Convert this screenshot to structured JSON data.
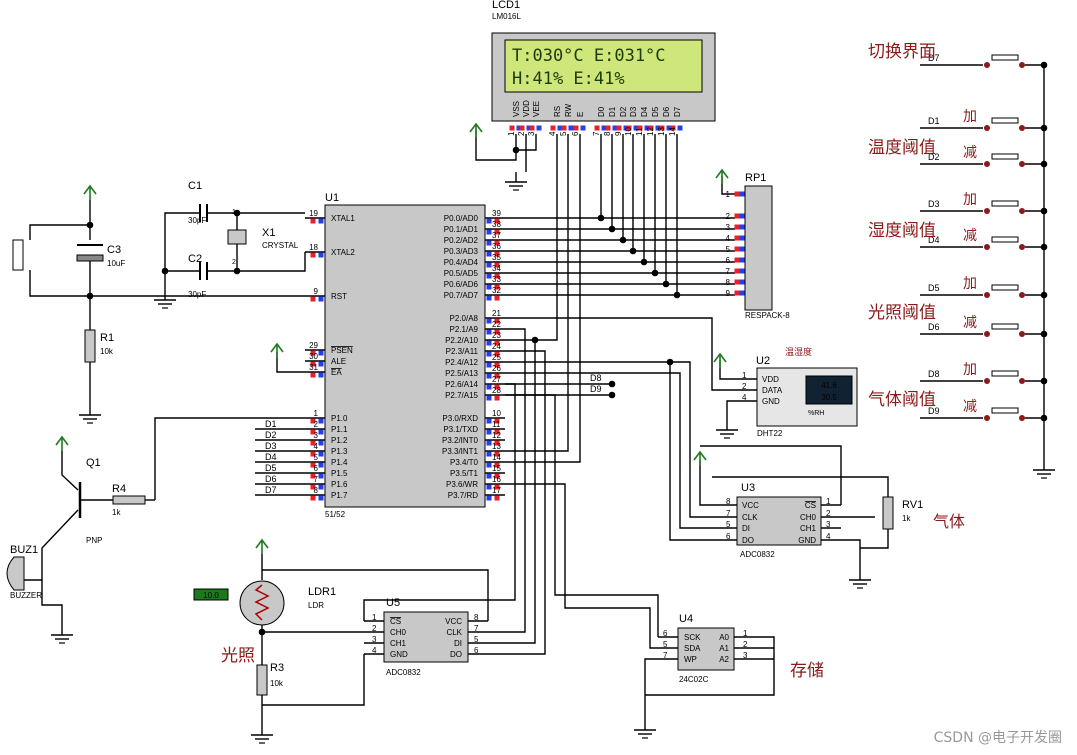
{
  "lcd": {
    "ref": "LCD1",
    "part": "LM016L",
    "line1": "T:030°C  E:031°C",
    "line2": "H:41%    E:41%",
    "pins": [
      "VSS",
      "VDD",
      "VEE",
      "RS",
      "RW",
      "E",
      "D0",
      "D1",
      "D2",
      "D3",
      "D4",
      "D5",
      "D6",
      "D7"
    ],
    "pinnums": [
      "1",
      "2",
      "3",
      "4",
      "5",
      "6",
      "7",
      "8",
      "9",
      "10",
      "11",
      "12",
      "13",
      "14"
    ]
  },
  "u1": {
    "ref": "U1",
    "part": "51/52",
    "left": [
      {
        "n": "19",
        "l": "XTAL1"
      },
      {
        "n": "18",
        "l": "XTAL2"
      },
      {
        "n": "9",
        "l": "RST"
      },
      {
        "n": "29",
        "l": "PSEN"
      },
      {
        "n": "30",
        "l": "ALE"
      },
      {
        "n": "31",
        "l": "EA"
      },
      {
        "n": "1",
        "l": "P1.0"
      },
      {
        "n": "2",
        "l": "P1.1"
      },
      {
        "n": "3",
        "l": "P1.2"
      },
      {
        "n": "4",
        "l": "P1.3"
      },
      {
        "n": "5",
        "l": "P1.4"
      },
      {
        "n": "6",
        "l": "P1.5"
      },
      {
        "n": "7",
        "l": "P1.6"
      },
      {
        "n": "8",
        "l": "P1.7"
      }
    ],
    "right": [
      {
        "n": "39",
        "l": "P0.0/AD0"
      },
      {
        "n": "38",
        "l": "P0.1/AD1"
      },
      {
        "n": "37",
        "l": "P0.2/AD2"
      },
      {
        "n": "36",
        "l": "P0.3/AD3"
      },
      {
        "n": "35",
        "l": "P0.4/AD4"
      },
      {
        "n": "34",
        "l": "P0.5/AD5"
      },
      {
        "n": "33",
        "l": "P0.6/AD6"
      },
      {
        "n": "32",
        "l": "P0.7/AD7"
      },
      {
        "n": "21",
        "l": "P2.0/A8"
      },
      {
        "n": "22",
        "l": "P2.1/A9"
      },
      {
        "n": "23",
        "l": "P2.2/A10"
      },
      {
        "n": "24",
        "l": "P2.3/A11"
      },
      {
        "n": "25",
        "l": "P2.4/A12"
      },
      {
        "n": "26",
        "l": "P2.5/A13"
      },
      {
        "n": "27",
        "l": "P2.6/A14"
      },
      {
        "n": "28",
        "l": "P2.7/A15"
      },
      {
        "n": "10",
        "l": "P3.0/RXD"
      },
      {
        "n": "11",
        "l": "P3.1/TXD"
      },
      {
        "n": "12",
        "l": "P3.2/INT0"
      },
      {
        "n": "13",
        "l": "P3.3/INT1"
      },
      {
        "n": "14",
        "l": "P3.4/T0"
      },
      {
        "n": "15",
        "l": "P3.5/T1"
      },
      {
        "n": "16",
        "l": "P3.6/WR"
      },
      {
        "n": "17",
        "l": "P3.7/RD"
      }
    ],
    "p1nets": [
      "D1",
      "D2",
      "D3",
      "D4",
      "D5",
      "D6",
      "D7"
    ],
    "p2nets": [
      "D8",
      "D9"
    ]
  },
  "c1": {
    "ref": "C1",
    "val": "30pF"
  },
  "c2": {
    "ref": "C2",
    "val": "30pF"
  },
  "c3": {
    "ref": "C3",
    "val": "10uF"
  },
  "x1": {
    "ref": "X1",
    "part": "CRYSTAL",
    "p1": "1",
    "p2": "2"
  },
  "r1": {
    "ref": "R1",
    "val": "10k"
  },
  "r3": {
    "ref": "R3",
    "val": "10k"
  },
  "r4": {
    "ref": "R4",
    "val": "1k"
  },
  "q1": {
    "ref": "Q1",
    "part": "PNP"
  },
  "buz": {
    "ref": "BUZ1",
    "part": "BUZZER"
  },
  "rp1": {
    "ref": "RP1",
    "part": "RESPACK-8",
    "pins": [
      "1",
      "2",
      "3",
      "4",
      "5",
      "6",
      "7",
      "8",
      "9"
    ]
  },
  "u2": {
    "ref": "U2",
    "part": "DHT22",
    "note": "温湿度",
    "pins": [
      {
        "n": "1",
        "l": "VDD"
      },
      {
        "n": "2",
        "l": "DATA"
      },
      {
        "n": "4",
        "l": "GND"
      }
    ],
    "temp": "41.6",
    "hum": "30.5",
    "rh": "%RH"
  },
  "u3": {
    "ref": "U3",
    "part": "ADC0832",
    "left": [
      {
        "n": "8",
        "l": "VCC"
      },
      {
        "n": "7",
        "l": "CLK"
      },
      {
        "n": "5",
        "l": "DI"
      },
      {
        "n": "6",
        "l": "DO"
      }
    ],
    "right": [
      {
        "n": "1",
        "l": "CS"
      },
      {
        "n": "2",
        "l": "CH0"
      },
      {
        "n": "3",
        "l": "CH1"
      },
      {
        "n": "4",
        "l": "GND"
      }
    ]
  },
  "u5": {
    "ref": "U5",
    "part": "ADC0832",
    "left": [
      {
        "n": "1",
        "l": "CS"
      },
      {
        "n": "2",
        "l": "CH0"
      },
      {
        "n": "3",
        "l": "CH1"
      },
      {
        "n": "4",
        "l": "GND"
      }
    ],
    "right": [
      {
        "n": "8",
        "l": "VCC"
      },
      {
        "n": "7",
        "l": "CLK"
      },
      {
        "n": "5",
        "l": "DI"
      },
      {
        "n": "6",
        "l": "DO"
      }
    ]
  },
  "u4": {
    "ref": "U4",
    "part": "24C02C",
    "left": [
      {
        "n": "6",
        "l": "SCK"
      },
      {
        "n": "5",
        "l": "SDA"
      },
      {
        "n": "7",
        "l": "WP"
      }
    ],
    "right": [
      {
        "n": "1",
        "l": "A0"
      },
      {
        "n": "2",
        "l": "A1"
      },
      {
        "n": "3",
        "l": "A2"
      }
    ]
  },
  "rv1": {
    "ref": "RV1",
    "val": "1k"
  },
  "ldr": {
    "ref": "LDR1",
    "part": "LDR",
    "meter": "10.0"
  },
  "labels": {
    "gas": "气体",
    "light": "光照",
    "storage": "存储"
  },
  "buttons": {
    "switch": "切换界面",
    "temp": "温度阈值",
    "hum": "湿度阈值",
    "light": "光照阈值",
    "gas": "气体阈值",
    "plus": "加",
    "minus": "减",
    "nets": [
      "D7",
      "D1",
      "D2",
      "D3",
      "D4",
      "D5",
      "D6",
      "D8",
      "D9"
    ]
  },
  "watermark": "CSDN @电子开发圈",
  "colors": {
    "wire": "#000000",
    "body": "#c8c8c8",
    "lcd_bg": "#cfe67a",
    "text_cn": "#8b1a1a",
    "pin_red": "#e8202a",
    "pin_blue": "#2a3ee8",
    "green": "#1f7a1f"
  }
}
